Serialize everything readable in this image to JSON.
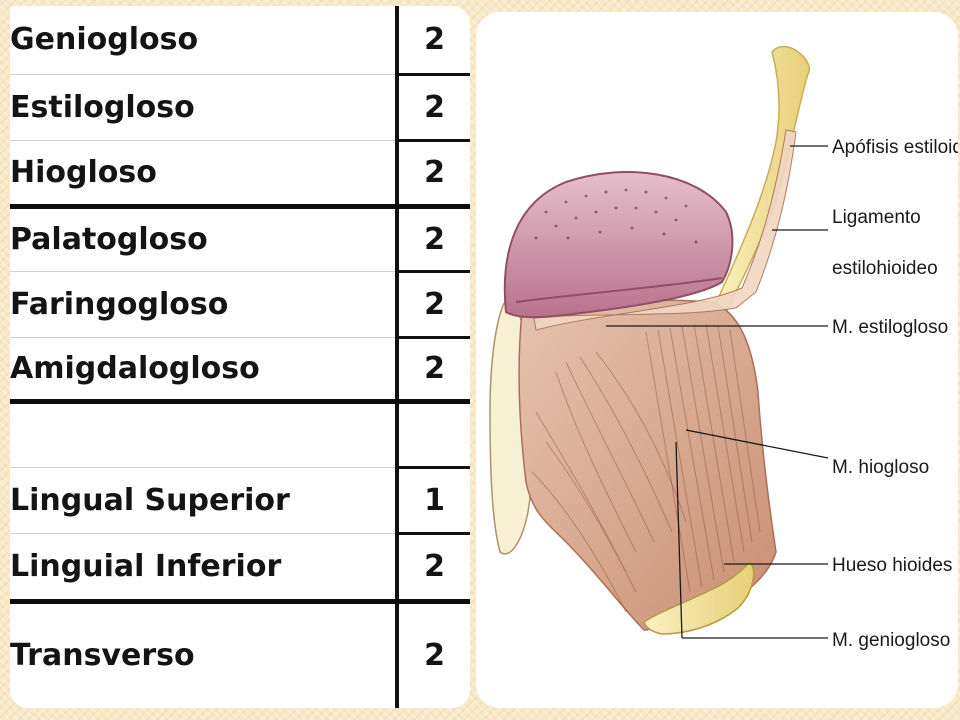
{
  "table": {
    "rows": [
      {
        "name": "Geniogloso",
        "value": "2"
      },
      {
        "name": "Estilogloso",
        "value": "2"
      },
      {
        "name": "Hiogloso",
        "value": "2"
      },
      {
        "name": "Palatogloso",
        "value": "2"
      },
      {
        "name": "Faringogloso",
        "value": "2"
      },
      {
        "name": "Amigdalogloso",
        "value": "2"
      },
      {
        "name": "",
        "value": ""
      },
      {
        "name": "Lingual Superior",
        "value": "1"
      },
      {
        "name": "Linguial Inferior",
        "value": "2"
      },
      {
        "name": "Transverso",
        "value": "2"
      }
    ]
  },
  "figure": {
    "labels": {
      "apofisis": "Apófisis estiloides",
      "ligamento_1": "Ligamento",
      "ligamento_2": "estilohioideo",
      "estilogloso": "M. estilogloso",
      "hiogloso": "M. hiogloso",
      "hioides": "Hueso hioides",
      "geniogloso": "M. geniogloso"
    }
  },
  "colors": {
    "background": "#f7e9c8",
    "tongue": "#c98aa0",
    "muscle": "#d9a98e",
    "bone": "#f2e3a2"
  }
}
